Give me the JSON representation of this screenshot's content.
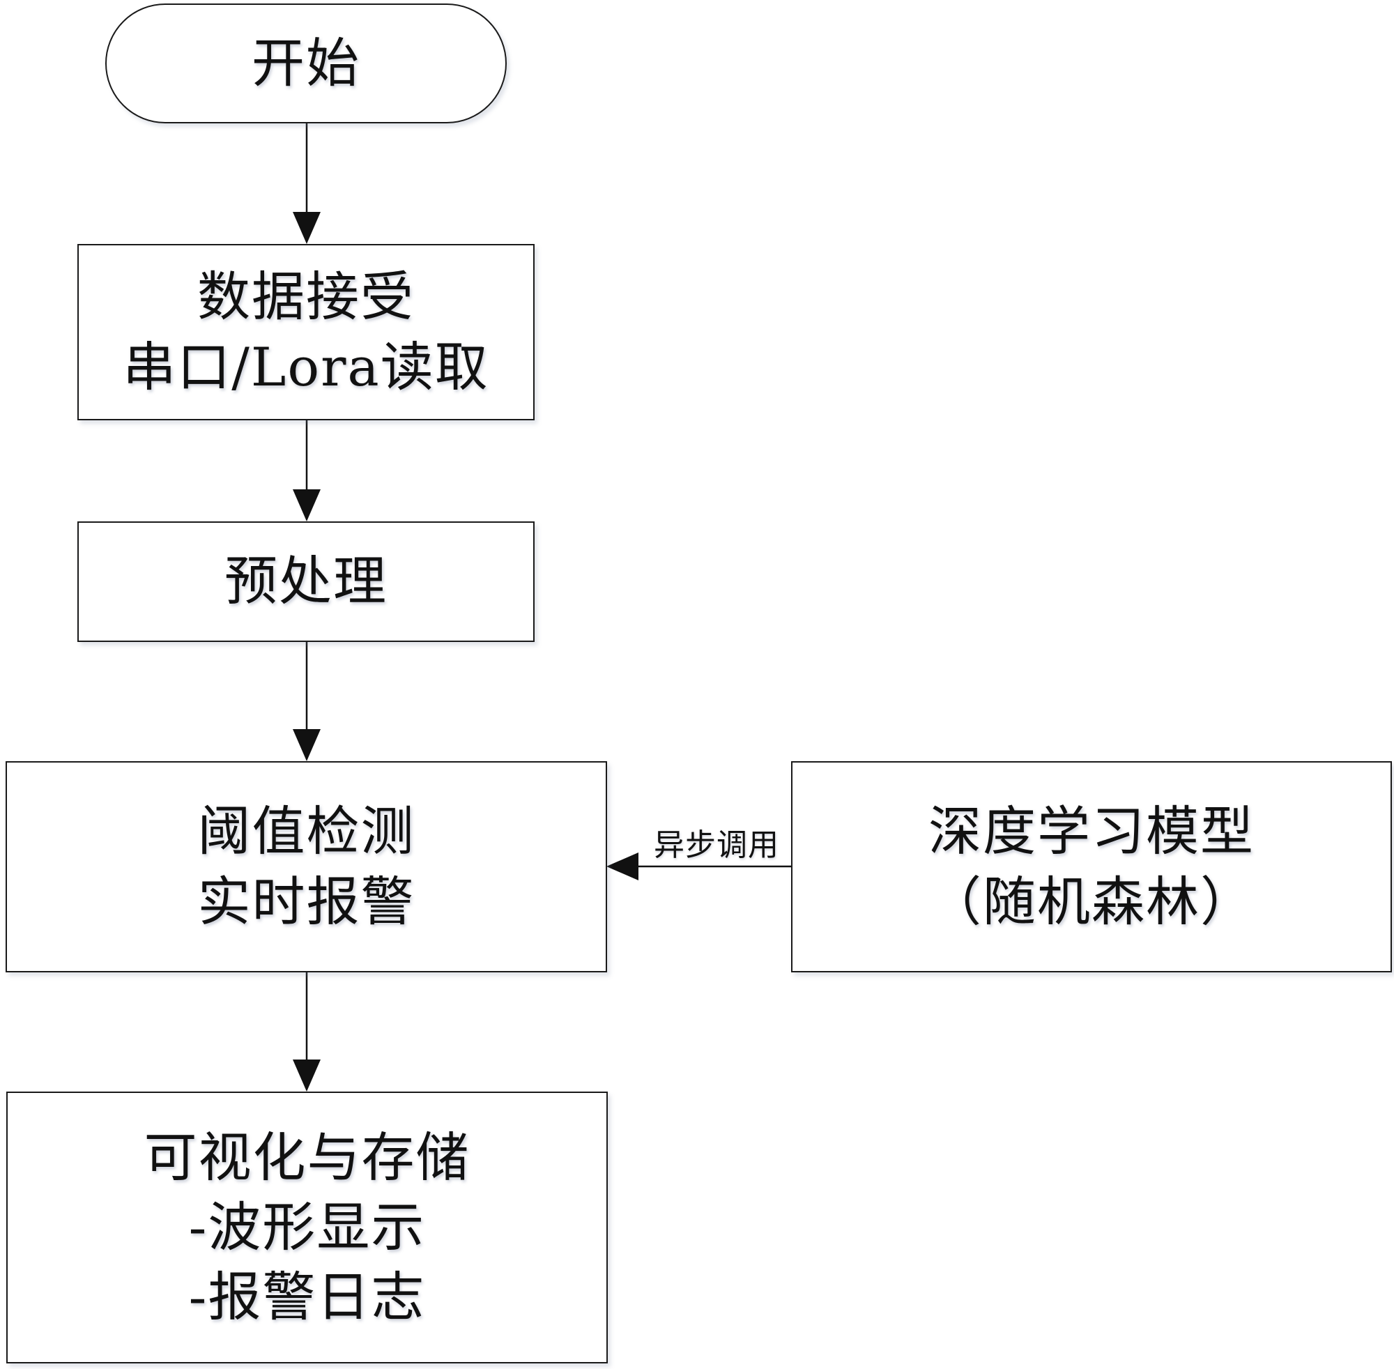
{
  "flowchart": {
    "start": {
      "lines": [
        "开始"
      ]
    },
    "receive": {
      "lines": [
        "数据接受",
        "串口/Lora读取"
      ]
    },
    "preprocess": {
      "lines": [
        "预处理"
      ]
    },
    "detect": {
      "lines": [
        "阈值检测",
        "实时报警"
      ]
    },
    "model": {
      "lines": [
        "深度学习模型",
        "（随机森林）"
      ]
    },
    "output": {
      "lines": [
        "可视化与存储",
        "-波形显示",
        "-报警日志"
      ]
    },
    "edge_label": "异步调用"
  }
}
